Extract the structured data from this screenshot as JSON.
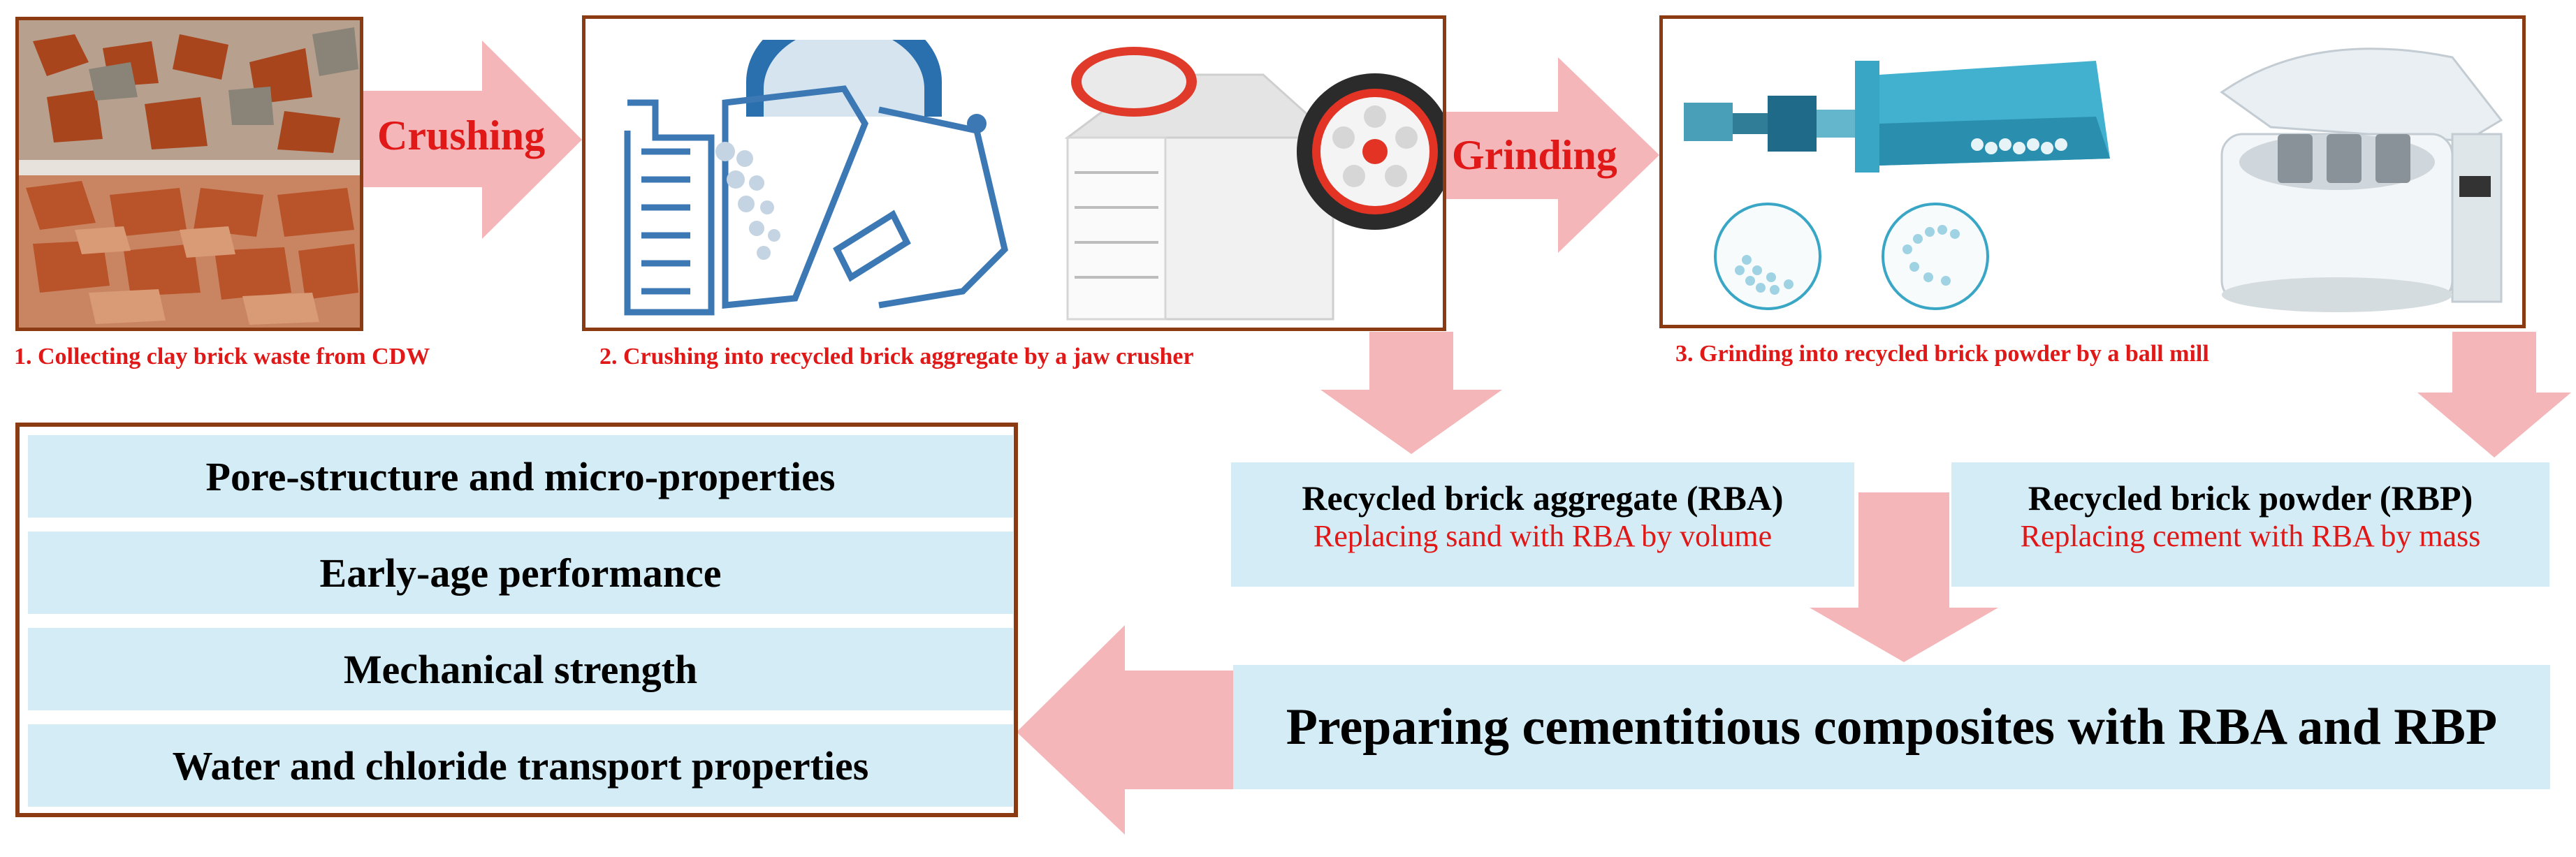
{
  "steps": {
    "arrow1_label": "Crushing",
    "arrow2_label": "Grinding",
    "caption1": "1. Collecting clay brick waste from CDW",
    "caption2": "2. Crushing into recycled brick aggregate by a jaw crusher",
    "caption3": "3. Grinding into recycled brick powder by a ball mill"
  },
  "products": {
    "rba": {
      "title": "Recycled brick aggregate (RBA)",
      "subtitle": "Replacing sand with RBA by volume"
    },
    "rbp": {
      "title": "Recycled brick powder (RBP)",
      "subtitle": "Replacing cement with RBA by mass"
    }
  },
  "composite": {
    "label": "Preparing cementitious composites with RBA and RBP"
  },
  "properties": [
    "Pore-structure and micro-properties",
    "Early-age performance",
    "Mechanical strength",
    "Water and chloride transport properties"
  ],
  "colors": {
    "frame": "#8b3a12",
    "arrow": "#f4b6b8",
    "panel": "#d3ecf5",
    "accent_text": "#e01818"
  },
  "icons": [
    "brick-waste-photo",
    "jaw-crusher-diagram",
    "jaw-crusher-machine",
    "ball-mill-diagram",
    "planetary-ball-mill-machine"
  ]
}
